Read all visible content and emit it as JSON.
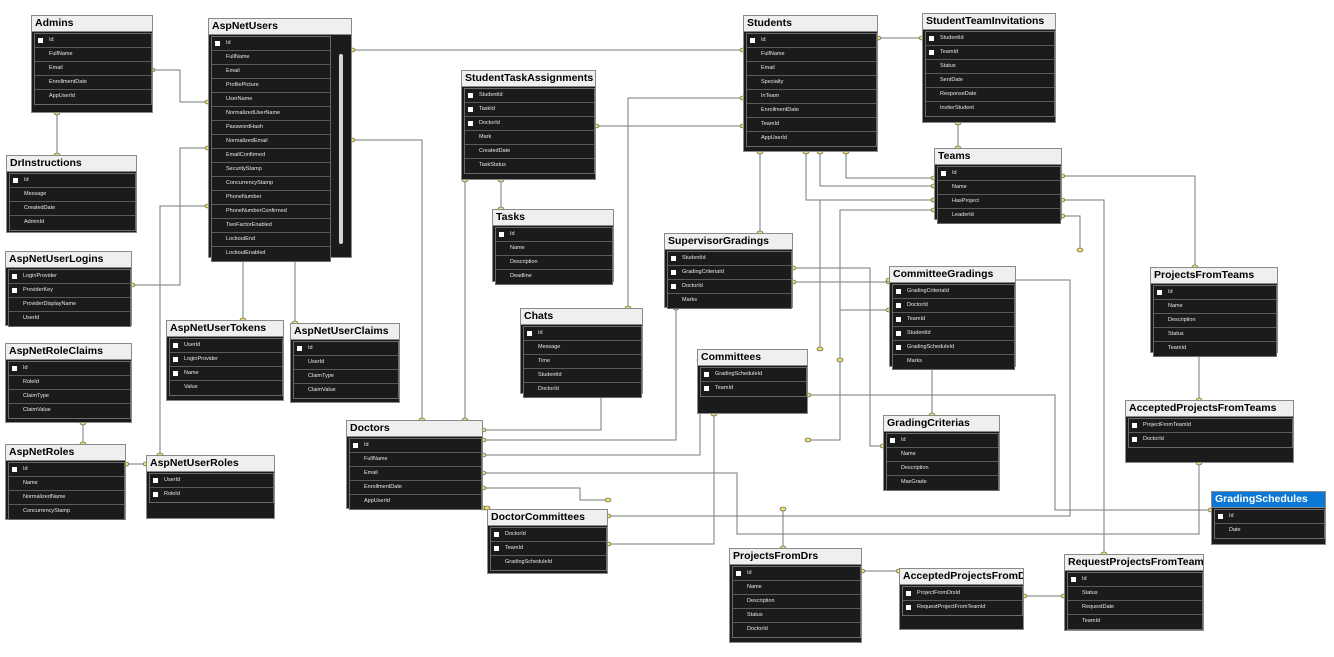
{
  "diagram": {
    "tables": [
      {
        "id": "admins",
        "name": "Admins",
        "columns": [
          {
            "name": "Id",
            "key": true
          },
          {
            "name": "FullName",
            "key": false
          },
          {
            "name": "Email",
            "key": false
          },
          {
            "name": "EnrollmentDate",
            "key": false
          },
          {
            "name": "AppUserId",
            "key": false
          }
        ]
      },
      {
        "id": "aspnetusers",
        "name": "AspNetUsers",
        "columns": [
          {
            "name": "Id",
            "key": true
          },
          {
            "name": "FullName",
            "key": false
          },
          {
            "name": "Email",
            "key": false
          },
          {
            "name": "ProfilePicture",
            "key": false
          },
          {
            "name": "UserName",
            "key": false
          },
          {
            "name": "NormalizedUserName",
            "key": false
          },
          {
            "name": "PasswordHash",
            "key": false
          },
          {
            "name": "NormalizedEmail",
            "key": false
          },
          {
            "name": "EmailConfirmed",
            "key": false
          },
          {
            "name": "SecurityStamp",
            "key": false
          },
          {
            "name": "ConcurrencyStamp",
            "key": false
          },
          {
            "name": "PhoneNumber",
            "key": false
          },
          {
            "name": "PhoneNumberConfirmed",
            "key": false
          },
          {
            "name": "TwoFactorEnabled",
            "key": false
          },
          {
            "name": "LockoutEnd",
            "key": false
          },
          {
            "name": "LockoutEnabled",
            "key": false
          }
        ]
      },
      {
        "id": "drinstructions",
        "name": "DrInstructions",
        "columns": [
          {
            "name": "Id",
            "key": true
          },
          {
            "name": "Message",
            "key": false
          },
          {
            "name": "CreatedDate",
            "key": false
          },
          {
            "name": "AdminId",
            "key": false
          }
        ]
      },
      {
        "id": "aspnetuserlogins",
        "name": "AspNetUserLogins",
        "columns": [
          {
            "name": "LoginProvider",
            "key": true
          },
          {
            "name": "ProviderKey",
            "key": true
          },
          {
            "name": "ProviderDisplayName",
            "key": false
          },
          {
            "name": "UserId",
            "key": false
          }
        ]
      },
      {
        "id": "aspnetroleclaims",
        "name": "AspNetRoleClaims",
        "columns": [
          {
            "name": "Id",
            "key": true
          },
          {
            "name": "RoleId",
            "key": false
          },
          {
            "name": "ClaimType",
            "key": false
          },
          {
            "name": "ClaimValue",
            "key": false
          }
        ]
      },
      {
        "id": "aspnetroles",
        "name": "AspNetRoles",
        "columns": [
          {
            "name": "Id",
            "key": true
          },
          {
            "name": "Name",
            "key": false
          },
          {
            "name": "NormalizedName",
            "key": false
          },
          {
            "name": "ConcurrencyStamp",
            "key": false
          }
        ]
      },
      {
        "id": "aspnetuserroles",
        "name": "AspNetUserRoles",
        "columns": [
          {
            "name": "UserId",
            "key": true
          },
          {
            "name": "RoleId",
            "key": true
          }
        ]
      },
      {
        "id": "aspnetusertokens",
        "name": "AspNetUserTokens",
        "columns": [
          {
            "name": "UserId",
            "key": true
          },
          {
            "name": "LoginProvider",
            "key": true
          },
          {
            "name": "Name",
            "key": true
          },
          {
            "name": "Value",
            "key": false
          }
        ]
      },
      {
        "id": "aspnetuserclaims",
        "name": "AspNetUserClaims",
        "columns": [
          {
            "name": "Id",
            "key": true
          },
          {
            "name": "UserId",
            "key": false
          },
          {
            "name": "ClaimType",
            "key": false
          },
          {
            "name": "ClaimValue",
            "key": false
          }
        ]
      },
      {
        "id": "studenttaskassignments",
        "name": "StudentTaskAssignments",
        "columns": [
          {
            "name": "StudentId",
            "key": true
          },
          {
            "name": "TaskId",
            "key": true
          },
          {
            "name": "DoctorId",
            "key": true
          },
          {
            "name": "Mark",
            "key": false
          },
          {
            "name": "CreatedDate",
            "key": false
          },
          {
            "name": "TaskStatus",
            "key": false
          }
        ]
      },
      {
        "id": "tasks",
        "name": "Tasks",
        "columns": [
          {
            "name": "Id",
            "key": true
          },
          {
            "name": "Name",
            "key": false
          },
          {
            "name": "Description",
            "key": false
          },
          {
            "name": "Deadline",
            "key": false
          }
        ]
      },
      {
        "id": "chats",
        "name": "Chats",
        "columns": [
          {
            "name": "Id",
            "key": true
          },
          {
            "name": "Message",
            "key": false
          },
          {
            "name": "Time",
            "key": false
          },
          {
            "name": "StudentId",
            "key": false
          },
          {
            "name": "DoctorId",
            "key": false
          }
        ]
      },
      {
        "id": "doctors",
        "name": "Doctors",
        "columns": [
          {
            "name": "Id",
            "key": true
          },
          {
            "name": "FullName",
            "key": false
          },
          {
            "name": "Email",
            "key": false
          },
          {
            "name": "EnrollmentDate",
            "key": false
          },
          {
            "name": "AppUserId",
            "key": false
          }
        ]
      },
      {
        "id": "doctorcommittees",
        "name": "DoctorCommittees",
        "columns": [
          {
            "name": "DoctorId",
            "key": true
          },
          {
            "name": "TeamId",
            "key": true
          },
          {
            "name": "GradingScheduleId",
            "key": false
          }
        ]
      },
      {
        "id": "students",
        "name": "Students",
        "columns": [
          {
            "name": "Id",
            "key": true
          },
          {
            "name": "FullName",
            "key": false
          },
          {
            "name": "Email",
            "key": false
          },
          {
            "name": "Specialty",
            "key": false
          },
          {
            "name": "InTeam",
            "key": false
          },
          {
            "name": "EnrollmentDate",
            "key": false
          },
          {
            "name": "TeamId",
            "key": false
          },
          {
            "name": "AppUserId",
            "key": false
          }
        ]
      },
      {
        "id": "studentteaminvitations",
        "name": "StudentTeamInvitations",
        "columns": [
          {
            "name": "StudentId",
            "key": true
          },
          {
            "name": "TeamId",
            "key": true
          },
          {
            "name": "Status",
            "key": false
          },
          {
            "name": "SentDate",
            "key": false
          },
          {
            "name": "ResponseDate",
            "key": false
          },
          {
            "name": "InviterStudent",
            "key": false
          }
        ]
      },
      {
        "id": "teams",
        "name": "Teams",
        "columns": [
          {
            "name": "Id",
            "key": true
          },
          {
            "name": "Name",
            "key": false
          },
          {
            "name": "HasProject",
            "key": false
          },
          {
            "name": "LeaderId",
            "key": false
          }
        ]
      },
      {
        "id": "supervisorgradings",
        "name": "SupervisorGradings",
        "columns": [
          {
            "name": "StudentId",
            "key": true
          },
          {
            "name": "GradingCriteriaId",
            "key": true
          },
          {
            "name": "DoctorId",
            "key": true
          },
          {
            "name": "Marks",
            "key": false
          }
        ]
      },
      {
        "id": "committees",
        "name": "Committees",
        "columns": [
          {
            "name": "GradingScheduleId",
            "key": true
          },
          {
            "name": "TeamId",
            "key": true
          }
        ]
      },
      {
        "id": "committeegradings",
        "name": "CommitteeGradings",
        "columns": [
          {
            "name": "GradingCriteriaId",
            "key": true
          },
          {
            "name": "DoctorId",
            "key": true
          },
          {
            "name": "TeamId",
            "key": true
          },
          {
            "name": "StudentId",
            "key": true
          },
          {
            "name": "GradingScheduleId",
            "key": true
          },
          {
            "name": "Marks",
            "key": false
          }
        ]
      },
      {
        "id": "gradingcriterias",
        "name": "GradingCriterias",
        "columns": [
          {
            "name": "Id",
            "key": true
          },
          {
            "name": "Name",
            "key": false
          },
          {
            "name": "Description",
            "key": false
          },
          {
            "name": "MaxGrade",
            "key": false
          }
        ]
      },
      {
        "id": "projectsfromteams",
        "name": "ProjectsFromTeams",
        "columns": [
          {
            "name": "Id",
            "key": true
          },
          {
            "name": "Name",
            "key": false
          },
          {
            "name": "Description",
            "key": false
          },
          {
            "name": "Status",
            "key": false
          },
          {
            "name": "TeamId",
            "key": false
          }
        ]
      },
      {
        "id": "acceptedprojectsfromteams",
        "name": "AcceptedProjectsFromTeams",
        "columns": [
          {
            "name": "ProjectFromTeamId",
            "key": true
          },
          {
            "name": "DoctorId",
            "key": true
          }
        ]
      },
      {
        "id": "gradingschedules",
        "name": "GradingSchedules",
        "selected": true,
        "columns": [
          {
            "name": "Id",
            "key": true
          },
          {
            "name": "Date",
            "key": false
          }
        ]
      },
      {
        "id": "projectsfromdrs",
        "name": "ProjectsFromDrs",
        "columns": [
          {
            "name": "Id",
            "key": true
          },
          {
            "name": "Name",
            "key": false
          },
          {
            "name": "Description",
            "key": false
          },
          {
            "name": "Status",
            "key": false
          },
          {
            "name": "DoctorId",
            "key": false
          }
        ]
      },
      {
        "id": "acceptedprojectsfromdrs",
        "name": "AcceptedProjectsFromDrs",
        "columns": [
          {
            "name": "ProjectFromDrsId",
            "key": true
          },
          {
            "name": "RequestProjectFromTeamId",
            "key": true
          }
        ]
      },
      {
        "id": "requestprojectsfromteams",
        "name": "RequestProjectsFromTeams",
        "columns": [
          {
            "name": "Id",
            "key": true
          },
          {
            "name": "Status",
            "key": false
          },
          {
            "name": "RequestDate",
            "key": false
          },
          {
            "name": "TeamId",
            "key": false
          }
        ]
      }
    ]
  }
}
